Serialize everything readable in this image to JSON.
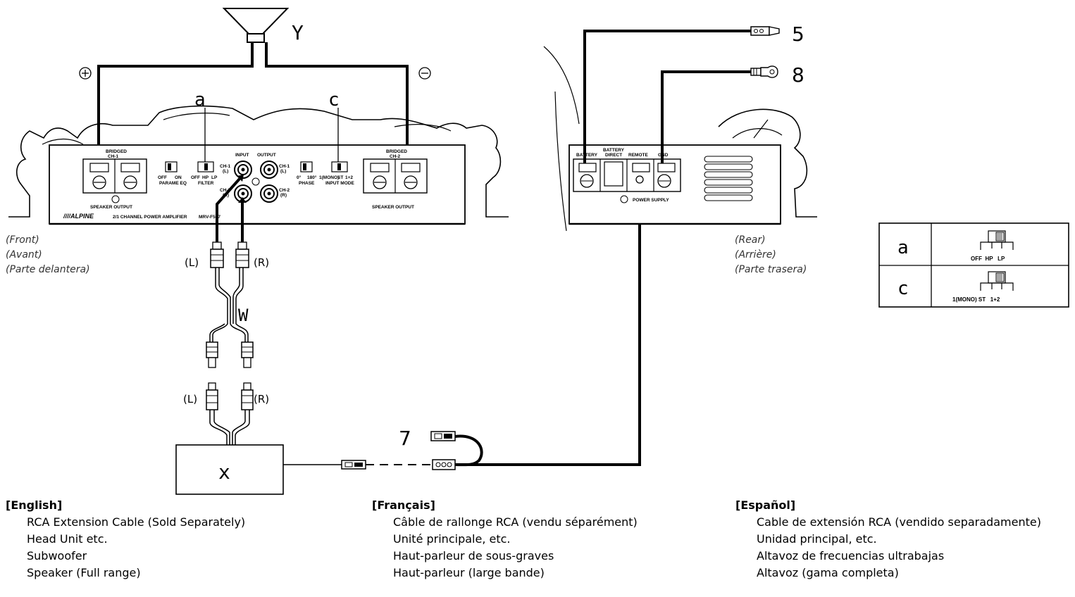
{
  "callouts": {
    "y": "Y",
    "a": "a",
    "c": "c",
    "w": "W",
    "x": "x",
    "n5": "5",
    "n8": "8",
    "n7": "7"
  },
  "front_amp": {
    "bridged": "BRIDGED",
    "ch1": "CH-1",
    "ch2": "CH-2",
    "speaker_output": "SPEAKER OUTPUT",
    "off": "OFF",
    "on": "ON",
    "parame_eq": "PARAME EQ",
    "filter_options": [
      "OFF",
      "HP",
      "LP"
    ],
    "filter": "FILTER",
    "input": "INPUT",
    "output": "OUTPUT",
    "ch1_l": "CH-1",
    "l": "(L)",
    "ch2_r": "CH-2",
    "r": "(R)",
    "phase_0": "0°",
    "phase_180": "180°",
    "phase": "PHASE",
    "mode_options": [
      "1(MONO)",
      "ST",
      "1+2"
    ],
    "input_mode": "INPUT MODE",
    "brand": "////ALPINE",
    "model_line": "2/1 CHANNEL POWER AMPLIFIER",
    "model": "MRV-F507"
  },
  "rear_amp": {
    "battery": "BATTERY",
    "battery_direct_1": "BATTERY",
    "battery_direct_2": "DIRECT",
    "remote": "REMOTE",
    "gnd": "GND",
    "power_supply": "POWER SUPPLY"
  },
  "rca_labels": {
    "l_top": "(L)",
    "r_top": "(R)",
    "l_bottom": "(L)",
    "r_bottom": "(R)"
  },
  "captions": {
    "front": [
      "(Front)",
      "(Avant)",
      "(Parte delantera)"
    ],
    "rear": [
      "(Rear)",
      "(Arrière)",
      "(Parte trasera)"
    ]
  },
  "settings_table": {
    "rows": [
      {
        "key": "a",
        "options": "OFF  HP   LP"
      },
      {
        "key": "c",
        "options": "1(MONO) ST   1+2"
      }
    ]
  },
  "legend": {
    "english": {
      "header": "[English]",
      "items": [
        "RCA Extension Cable (Sold Separately)",
        "Head Unit etc.",
        "Subwoofer",
        "Speaker (Full range)"
      ]
    },
    "french": {
      "header": "[Français]",
      "items": [
        "Câble de rallonge RCA (vendu séparément)",
        "Unité principale, etc.",
        "Haut-parleur de sous-graves",
        "Haut-parleur (large bande)"
      ]
    },
    "spanish": {
      "header": "[Español]",
      "items": [
        "Cable de extensión RCA (vendido separadamente)",
        "Unidad principal, etc.",
        "Altavoz de frecuencias ultrabajas",
        "Altavoz (gama completa)"
      ]
    }
  }
}
